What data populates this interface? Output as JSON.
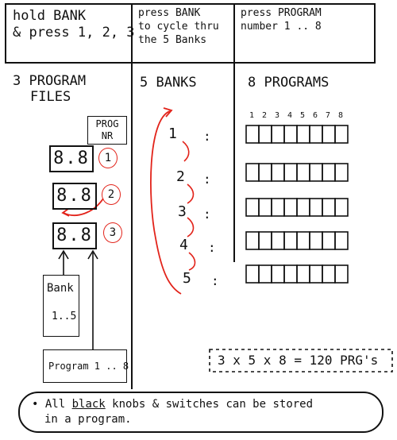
{
  "header": {
    "col1": [
      "hold BANK",
      "& press 1, 2, 3"
    ],
    "col2": [
      "press BANK",
      "to cycle thru",
      "the 5 Banks"
    ],
    "col3": [
      "press PROGRAM",
      "number 1 .. 8"
    ]
  },
  "files": {
    "title_line1": "3 PROGRAM",
    "title_line2": "FILES",
    "prog_nr_line1": "PROG",
    "prog_nr_line2": "NR",
    "displays": [
      "8.8",
      "8.8",
      "8.8"
    ],
    "circle_numbers": [
      "1",
      "2",
      "3"
    ],
    "bank_box": [
      "Bank",
      "1..5"
    ],
    "program_box": "Program 1 .. 8"
  },
  "banks": {
    "title": "5 BANKS",
    "numbers": [
      "1",
      "2",
      "3",
      "4",
      "5"
    ],
    "separator": ":"
  },
  "programs": {
    "title": "8 PROGRAMS",
    "slot_numbers": [
      "1",
      "2",
      "3",
      "4",
      "5",
      "6",
      "7",
      "8"
    ]
  },
  "formula": "3 x 5 x 8 = 120 PRG's",
  "note": {
    "bullet": "•",
    "line1_pre": "All ",
    "line1_underlined": "black",
    "line1_post": " knobs & switches can be stored",
    "line2": "in a program."
  },
  "colors": {
    "ink": "#111111",
    "accent": "#e2231a"
  }
}
